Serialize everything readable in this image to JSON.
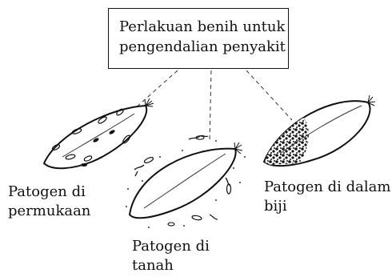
{
  "diagram": {
    "title": {
      "line1": "Perlakuan benih untuk",
      "line2": "pengendalian penyakit"
    },
    "seeds": [
      {
        "label_line1": "Patogen di",
        "label_line2": "permukaan"
      },
      {
        "label_line1": "Patogen di",
        "label_line2": "tanah"
      },
      {
        "label_line1": "Patogen di dalam",
        "label_line2": "biji"
      }
    ],
    "colors": {
      "ink": "#111111",
      "background": "#ffffff"
    }
  }
}
